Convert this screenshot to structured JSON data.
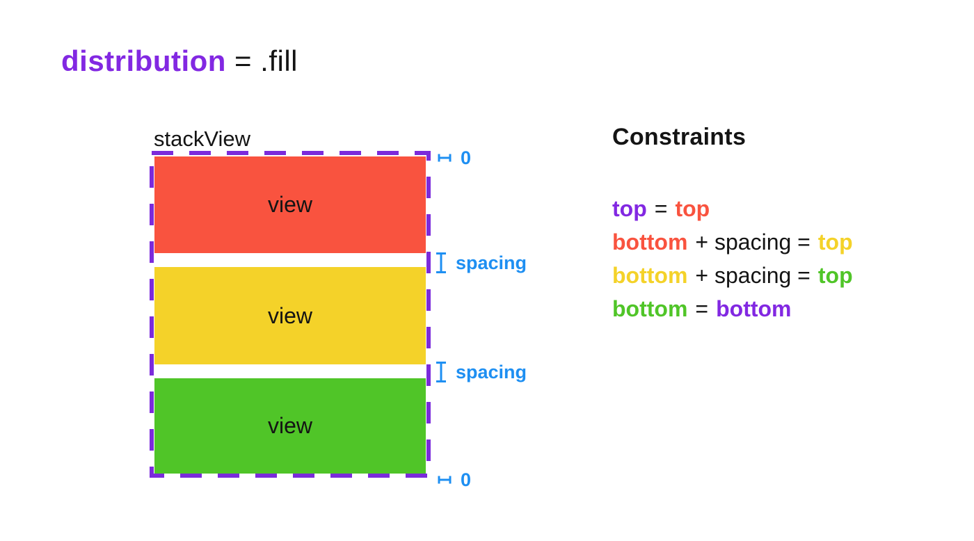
{
  "title": {
    "keyword": "distribution",
    "suffix": "= .fill"
  },
  "diagram": {
    "stack_label": "stackView",
    "views": [
      {
        "label": "view",
        "color": "#F9533F"
      },
      {
        "label": "view",
        "color": "#F4D229"
      },
      {
        "label": "view",
        "color": "#50C528"
      }
    ],
    "annotations": [
      {
        "icon": "zero-gap-icon",
        "label": "0"
      },
      {
        "icon": "spacing-icon",
        "label": "spacing"
      },
      {
        "icon": "spacing-icon",
        "label": "spacing"
      },
      {
        "icon": "zero-gap-icon",
        "label": "0"
      }
    ],
    "border_color": "#7B2BDB"
  },
  "constraints": {
    "heading": "Constraints",
    "equations": [
      {
        "left": "top",
        "left_color": "#8228E2",
        "op": "=",
        "right": "top",
        "right_color": "#F9533F"
      },
      {
        "left": "bottom",
        "left_color": "#F9533F",
        "op": "+ spacing =",
        "right": "top",
        "right_color": "#F4D229"
      },
      {
        "left": "bottom",
        "left_color": "#F4D229",
        "op": "+ spacing =",
        "right": "top",
        "right_color": "#50C528"
      },
      {
        "left": "bottom",
        "left_color": "#50C528",
        "op": "=",
        "right": "bottom",
        "right_color": "#8228E2"
      }
    ]
  },
  "colors": {
    "purple": "#8228E2",
    "red": "#F9533F",
    "yellow": "#F4D229",
    "green": "#50C528",
    "blue": "#1E8FF2",
    "text": "#141414",
    "background": "#FFFFFF"
  }
}
